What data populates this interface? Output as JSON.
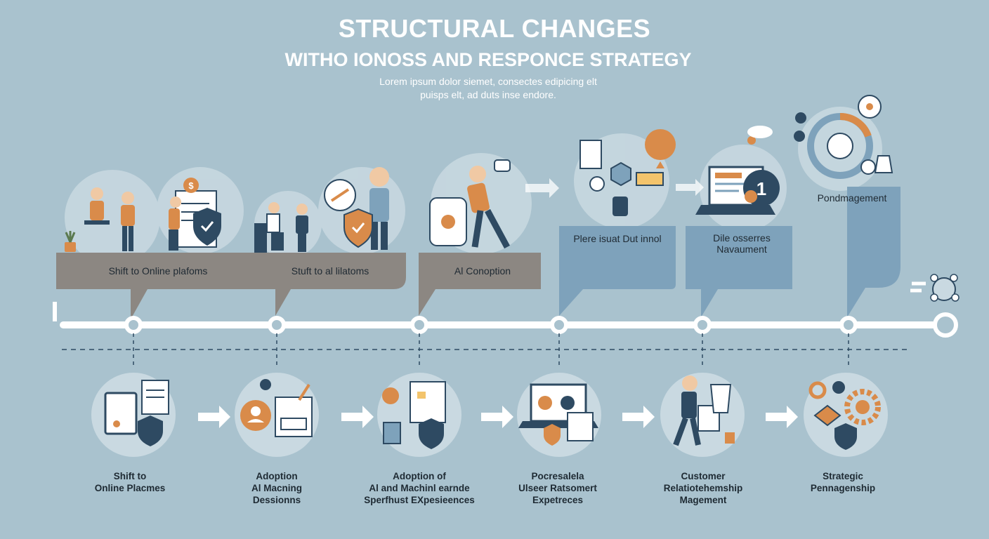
{
  "header": {
    "title": "STRUCTURAL CHANGES",
    "subtitle": "WITHO IONOSS AND RESPONCE STRATEGY",
    "lorem_line1": "Lorem ipsum dolor siemet, consectes edipicing elt",
    "lorem_line2": "puisps elt, ad duts inse endore."
  },
  "callouts": [
    {
      "label": "Shift to Online plafoms",
      "color": "#8c8782"
    },
    {
      "label": "Stuft to al lilatoms",
      "color": "#8c8782"
    },
    {
      "label": "Al Conoption",
      "color": "#8c8782"
    },
    {
      "label": "Plere isuat Dut innol",
      "color": "#7ea2bb"
    },
    {
      "label_line1": "Dile osserres",
      "label_line2": "Navaument",
      "color": "#7ea2bb"
    },
    {
      "label": "Pondmagement",
      "color": "#7ea2bb"
    }
  ],
  "steps": [
    {
      "line1": "Shift to",
      "line2": "Online Placmes",
      "line3": ""
    },
    {
      "line1": "Adoption",
      "line2": "Al Macning",
      "line3": "Dessionns"
    },
    {
      "line1": "Adoption of",
      "line2": "Al and Machinl earnde",
      "line3": "Sperfhust EXpesieences"
    },
    {
      "line1": "Pocresalela",
      "line2": "Ulseer Ratsomert",
      "line3": "Expetreces"
    },
    {
      "line1": "Customer",
      "line2": "Relatiotehemship",
      "line3": "Magement"
    },
    {
      "line1": "Strategic",
      "line2": "Pennagenship",
      "line3": ""
    }
  ],
  "colors": {
    "background": "#a9c2ce",
    "accent_orange": "#d98b4a",
    "navy": "#2e4a62",
    "timeline": "#ffffff"
  }
}
